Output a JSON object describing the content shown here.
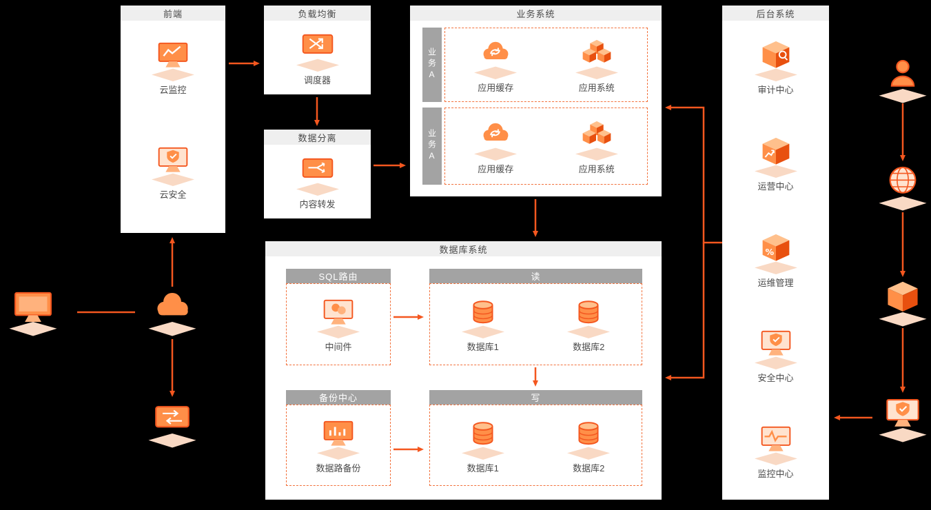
{
  "colors": {
    "accent": "#F4571F",
    "dashed_border": "#F2703A",
    "panel_header_bg": "#EFEFEF",
    "subbar_bg": "#A3A3A3",
    "background": "#000000"
  },
  "panels": {
    "frontend": {
      "title": "前端",
      "items": [
        {
          "label": "云监控",
          "icon": "monitor-chart"
        },
        {
          "label": "云安全",
          "icon": "monitor-shield"
        }
      ]
    },
    "load_balance": {
      "title": "负载均衡",
      "items": [
        {
          "label": "调度器",
          "icon": "card-arrows"
        }
      ]
    },
    "data_separation": {
      "title": "数据分离",
      "items": [
        {
          "label": "内容转发",
          "icon": "card-split"
        }
      ]
    },
    "business": {
      "title": "业务系统",
      "groups": [
        {
          "tab": "业务A",
          "items": [
            {
              "label": "应用缓存",
              "icon": "cloud-sync"
            },
            {
              "label": "应用系统",
              "icon": "cubes"
            }
          ]
        },
        {
          "tab": "业务A",
          "items": [
            {
              "label": "应用缓存",
              "icon": "cloud-sync"
            },
            {
              "label": "应用系统",
              "icon": "cubes"
            }
          ]
        }
      ]
    },
    "database": {
      "title": "数据库系统",
      "sections": [
        {
          "header": "SQL路由",
          "items": [
            {
              "label": "中间件",
              "icon": "middleware"
            }
          ]
        },
        {
          "header": "读",
          "items": [
            {
              "label": "数据库1",
              "icon": "database"
            },
            {
              "label": "数据库2",
              "icon": "database"
            }
          ]
        },
        {
          "header": "备份中心",
          "items": [
            {
              "label": "数据路备份",
              "icon": "monitor-bars"
            }
          ]
        },
        {
          "header": "写",
          "items": [
            {
              "label": "数据库1",
              "icon": "database"
            },
            {
              "label": "数据库2",
              "icon": "database"
            }
          ]
        }
      ]
    },
    "backend": {
      "title": "后台系统",
      "items": [
        {
          "label": "审计中心",
          "icon": "box-audit"
        },
        {
          "label": "运营中心",
          "icon": "box-chart"
        },
        {
          "label": "运维管理",
          "icon": "box-percent"
        },
        {
          "label": "安全中心",
          "icon": "monitor-shield"
        },
        {
          "label": "监控中心",
          "icon": "monitor-pulse"
        }
      ]
    }
  },
  "external": {
    "left": [
      {
        "icon": "desktop"
      },
      {
        "icon": "cloud"
      },
      {
        "icon": "card-transfer"
      }
    ],
    "right": [
      {
        "icon": "person"
      },
      {
        "icon": "globe"
      },
      {
        "icon": "cube"
      },
      {
        "icon": "monitor-shield"
      }
    ]
  }
}
